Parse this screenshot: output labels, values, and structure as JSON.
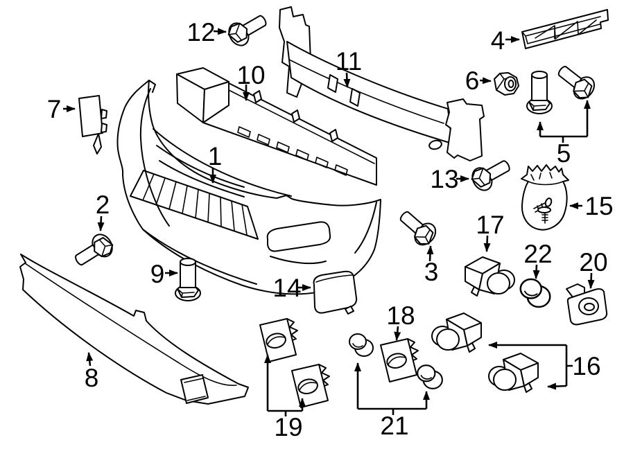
{
  "diagram": {
    "background_color": "#ffffff",
    "line_color": "#000000",
    "callouts": [
      {
        "number": "1"
      },
      {
        "number": "2"
      },
      {
        "number": "3"
      },
      {
        "number": "4"
      },
      {
        "number": "5"
      },
      {
        "number": "6"
      },
      {
        "number": "7"
      },
      {
        "number": "8"
      },
      {
        "number": "9"
      },
      {
        "number": "10"
      },
      {
        "number": "11"
      },
      {
        "number": "12"
      },
      {
        "number": "13"
      },
      {
        "number": "14"
      },
      {
        "number": "15"
      },
      {
        "number": "16"
      },
      {
        "number": "17"
      },
      {
        "number": "18"
      },
      {
        "number": "19"
      },
      {
        "number": "20"
      },
      {
        "number": "21"
      },
      {
        "number": "22"
      }
    ]
  }
}
